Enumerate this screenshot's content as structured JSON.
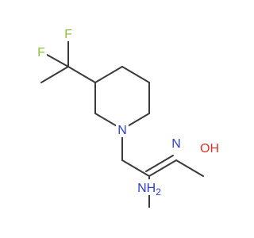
{
  "molecule": {
    "atoms": {
      "fluorine_top": "F",
      "fluorine_left": "F",
      "nitrogen_ring": "N",
      "nitrogen_imine": "N",
      "hydroxyl": "O",
      "hydroxyl_hydrogen": "H",
      "amine": "NH",
      "amine_subscript": "2"
    },
    "colors": {
      "bond": "#3a3a3a",
      "fluorine": "#8fc33a",
      "nitrogen": "#2b3cd8",
      "oxygen": "#e0322a"
    }
  }
}
